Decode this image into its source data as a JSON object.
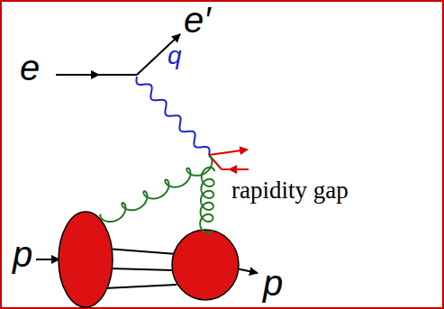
{
  "diagram": {
    "labels": [
      "e′",
      "e",
      "q",
      "rapidity gap",
      "p",
      "p"
    ]
  }
}
